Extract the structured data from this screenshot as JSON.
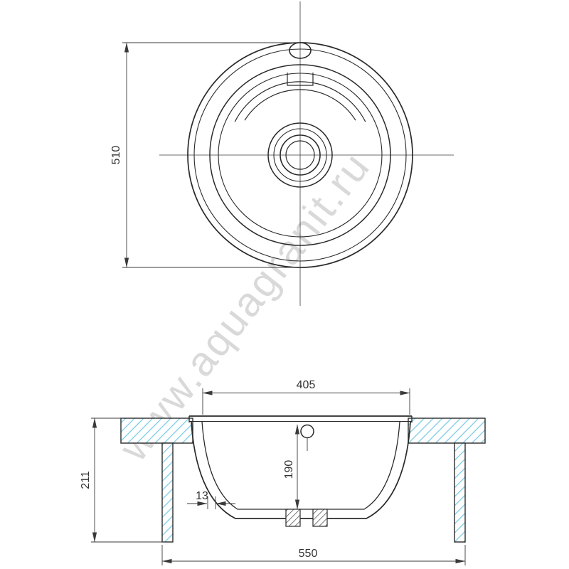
{
  "watermark": {
    "text": "www.aquagranit.ru",
    "color": "#d9d9d9"
  },
  "top_view": {
    "description": "round sink plan view",
    "dimensions": {
      "diameter": "510"
    }
  },
  "section_view": {
    "description": "sink cross-section mounted in countertop",
    "dimensions": {
      "top_width": "405",
      "bowl_depth": "190",
      "wall_thickness": "13",
      "overall_height": "211",
      "overall_width": "550"
    }
  },
  "colors": {
    "line": "#2a2a2a",
    "dimension": "#3a3a3a",
    "hatch_stroke": "#7ccce6",
    "drain_hatch": "#4a4a4a",
    "watermark": "#d9d9d9"
  }
}
